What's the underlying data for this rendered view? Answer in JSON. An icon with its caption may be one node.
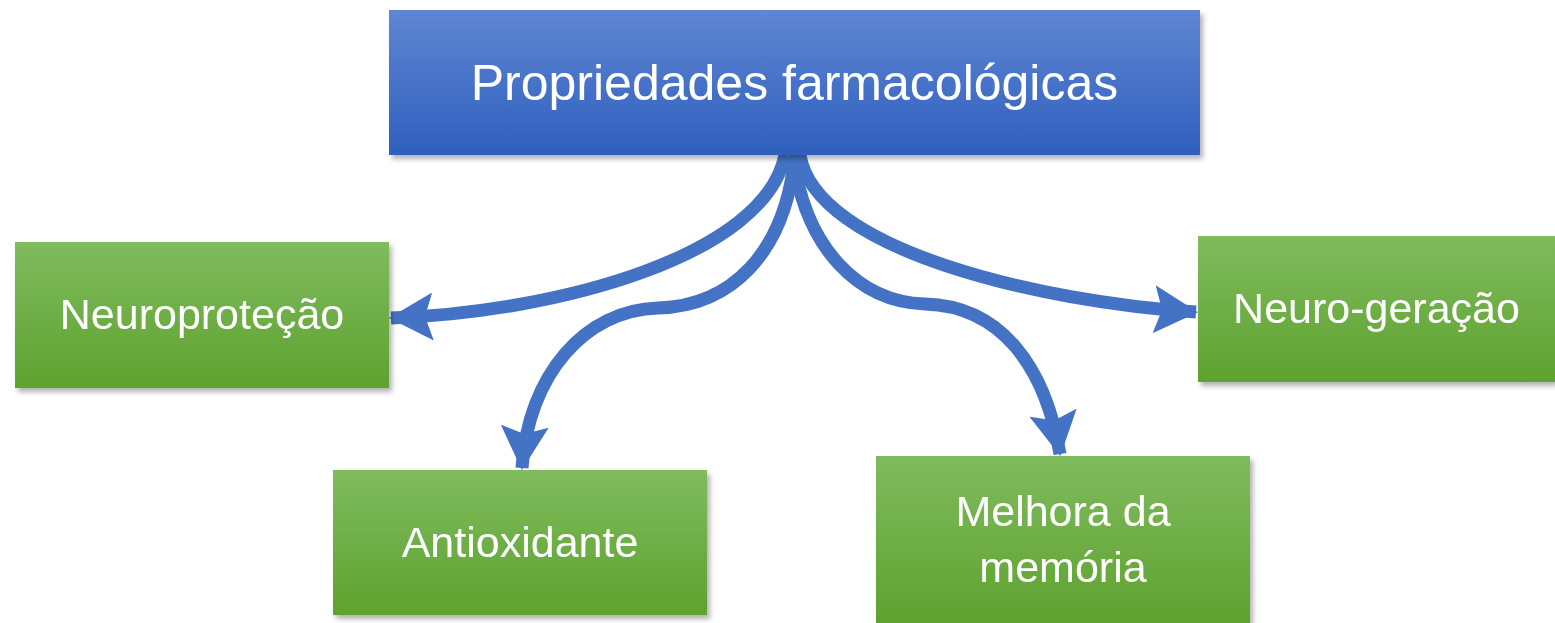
{
  "diagram": {
    "nodes": [
      {
        "text": [
          "Propriedades farmacológicas"
        ]
      },
      {
        "text": [
          "Neuroproteção"
        ]
      },
      {
        "text": [
          "Antioxidante"
        ]
      },
      {
        "text": [
          "Melhora da memória"
        ]
      },
      {
        "text": [
          "Neuro-geração"
        ]
      }
    ],
    "edges": [
      {
        "from": 0,
        "to": 1,
        "arrow": "to"
      },
      {
        "from": 0,
        "to": 2,
        "arrow": "to"
      },
      {
        "from": 0,
        "to": 3,
        "arrow": "to"
      },
      {
        "from": 0,
        "to": 4,
        "arrow": "to"
      }
    ]
  }
}
